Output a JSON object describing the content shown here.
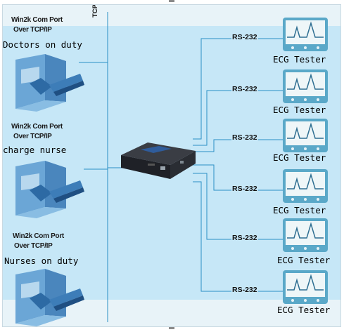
{
  "network_label": "TCP/IP",
  "computers": [
    {
      "port_line1": "Win2k Com Port",
      "port_line2": "Over TCP/IP",
      "role": "Doctors on duty"
    },
    {
      "port_line1": "Win2k Com Port",
      "port_line2": "Over TCP/IP",
      "role": "charge nurse"
    },
    {
      "port_line1": "Win2k Com Port",
      "port_line2": "Over TCP/IP",
      "role": "Nurses on duty"
    }
  ],
  "device_serial_label": "RS-232",
  "testers": [
    {
      "link": "RS-232",
      "name": "ECG Tester"
    },
    {
      "link": "RS-232",
      "name": "ECG Tester"
    },
    {
      "link": "RS-232",
      "name": "ECG Tester"
    },
    {
      "link": "RS-232",
      "name": "ECG Tester"
    },
    {
      "link": "RS-232",
      "name": "ECG Tester"
    },
    {
      "link": "RS-232",
      "name": "ECG Tester"
    }
  ],
  "colors": {
    "background_band": "#c6e7f7",
    "line": "#2a8fc4",
    "computer_body": "#5f9fd0",
    "monitor_screen": "#eef6f8"
  }
}
